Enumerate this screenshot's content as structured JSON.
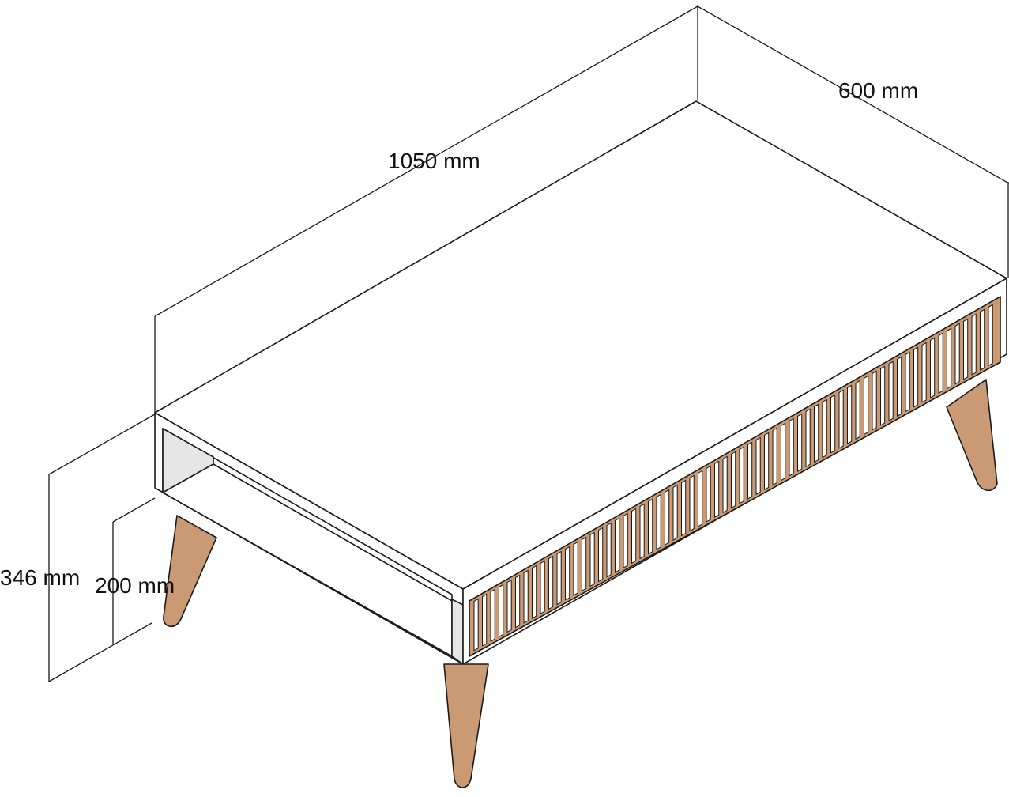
{
  "dimensions": {
    "length_label": "1050 mm",
    "depth_label": "600 mm",
    "total_height_label": "346 mm",
    "leg_height_label": "200 mm"
  },
  "colors": {
    "line": "#1a1a1a",
    "surface": "#ffffff",
    "inner_panel": "#e6e6e6",
    "wood": "#c99a73",
    "background": "#ffffff"
  }
}
